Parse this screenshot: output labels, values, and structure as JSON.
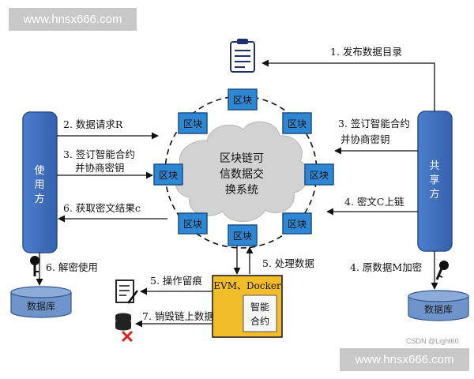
{
  "watermark_top": "www.hnsx666.com",
  "watermark_bottom": "www.hnsx666.com",
  "credit": "CSDN @Light60",
  "user_lines": [
    "使",
    "用",
    "方"
  ],
  "sharer_lines": [
    "共",
    "享",
    "方"
  ],
  "block_label": "区块",
  "cloud_lines": [
    "区块链可",
    "信数据交",
    "换系统"
  ],
  "database_label": "数据库",
  "evm_label": "EVM、Docker",
  "contract_lines": [
    "智能",
    "合约"
  ],
  "steps": {
    "s1": "1. 发布数据目录",
    "s2": "2. 数据请求R",
    "s3_left_1": "3. 签订智能合约",
    "s3_left_2": "并协商密钥",
    "s3_right_1": "3. 签订智能合约",
    "s3_right_2": "并协商密钥",
    "s4_cipher": "4. 密文C上链",
    "s4_encrypt": "4. 原数据M加密",
    "s5_process": "5. 处理数据",
    "s5_trace": "5. 操作留痕",
    "s6_get": "6. 获取密文结果c",
    "s6_decrypt": "6. 解密使用",
    "s7": "7. 销毁链上数据"
  },
  "colors": {
    "entity_fill": "#3f6fbd",
    "entity_stroke": "#2a4f90",
    "block_fill": "#2f86d2",
    "block_stroke": "#17508a",
    "cloud_fill": "#d2d2d2",
    "contract_fill": "#f2bd2a",
    "database_fill": "#6f94c9"
  },
  "icons": [
    "catalog-clipboard-icon",
    "key-icon",
    "trace-document-icon",
    "destroy-database-icon"
  ]
}
